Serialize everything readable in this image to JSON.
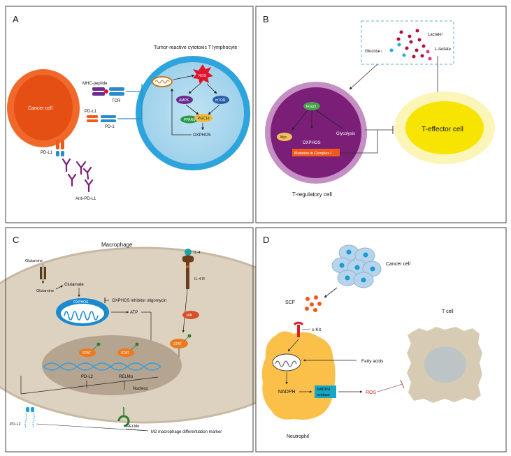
{
  "panels": {
    "a": {
      "letter": "A",
      "title": "Tumor-reactive cytotoxic T lymphocyte",
      "cancer_cell": "Cancer cell",
      "mhc_peptide": "MHC-peptide",
      "tcr": "TCR",
      "pdl1_top": "PD-L1",
      "pd1": "PD-1",
      "pdl1_bottom": "PD-L1",
      "anti_pdl1": "Anti-PD-L1",
      "ros": "ROS",
      "ampk": "AMPK",
      "mtor": "mTOR",
      "pgc1a": "PGC1α",
      "ppara": "PPARα",
      "oxphos": "OXPHOS"
    },
    "b": {
      "letter": "B",
      "glucose": "Glucose↓",
      "lactate": "Lactate↑",
      "l_lactate": "L-lactate",
      "foxp3": "Foxp3",
      "myc": "Myc",
      "glycolysis": "Glycolysis",
      "oxphos": "OXPHOS",
      "mutation": "Mutation in Complex I",
      "teffector": "T-effector cell",
      "treg": "T-regulatory cell"
    },
    "c": {
      "letter": "C",
      "macrophage": "Macrophage",
      "glutamine_out": "Glutamine",
      "glutamine_in": "Glutamine",
      "glutamate": "Glutamate",
      "oxphos_inhibitor": "OXPHOS inhibitor oligomycin",
      "oxphos_mito": "OXPHOS",
      "atp": "ATP",
      "il4": "IL-4",
      "il4r": "IL-4 R",
      "jak": "JAK",
      "stat_a": "STAT",
      "stat_b": "STAT",
      "stat_c": "STAT",
      "pdl2_gene": "PD-L2",
      "relma_gene": "RELMα",
      "nucleus": "Nucleus",
      "pdl2_surface": "PD-L2",
      "relma_surface": "RELMα",
      "m2_marker": "M2 macrophage differentiation marker"
    },
    "d": {
      "letter": "D",
      "cancer_cell": "Cancer cell",
      "scf": "SCF",
      "ckit": "c-Kit",
      "tcell": "T cell",
      "fatty_acids": "Fatty acids",
      "nadph": "NADPH",
      "nadph_oxidase_1": "NADPH",
      "nadph_oxidase_2": "oxidase",
      "ros": "ROS",
      "neutrophil": "Neutrophil"
    }
  },
  "colors": {
    "cancer_orange": "#ef5a1c",
    "tcell_blue": "#2ea4dc",
    "treg_purple": "#7a1e78",
    "teffector_yellow": "#f7e400",
    "macrophage_tan": "#ddd2bf",
    "nucleus_brown": "#b5a48f",
    "neutrophil_yellow": "#fbc04a",
    "ros_red": "#d92b2b"
  }
}
